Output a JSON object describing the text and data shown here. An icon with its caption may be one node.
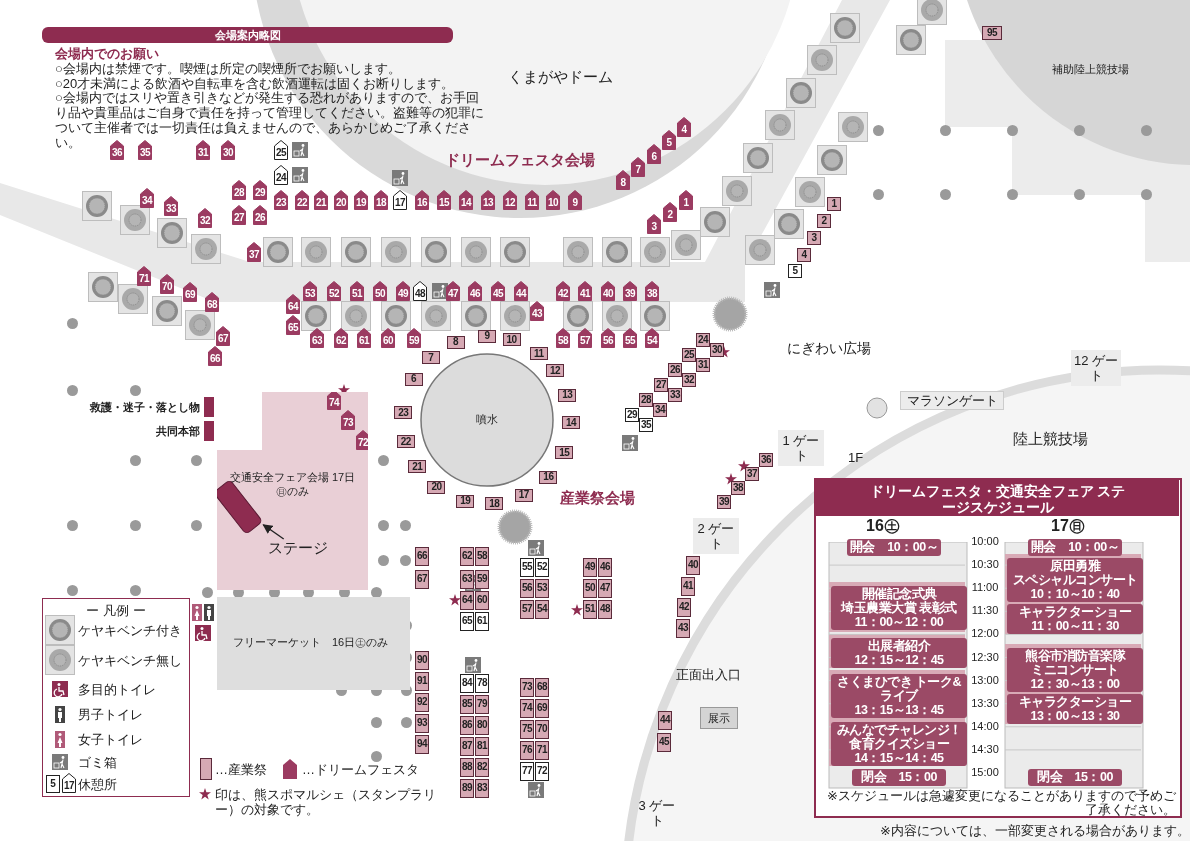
{
  "diagram": {
    "title": "会場案内略図",
    "nodes": [
      {
        "text": [
          "くまがやドーム"
        ]
      },
      {
        "text": [
          "補助陸上競技場"
        ]
      },
      {
        "text": [
          "陸上競技場"
        ]
      },
      {
        "text": [
          "噴水"
        ]
      },
      {
        "text": [
          "交通安全フェア会場 17日㊐のみ"
        ]
      },
      {
        "text": [],
        "shape": "box",
        "in": 4
      },
      {
        "text": [
          "ステージ"
        ],
        "in": 4
      },
      {
        "text": [
          "フリーマーケット　16日㊏のみ"
        ]
      },
      {
        "text": [],
        "shape": "bar",
        "beside": [
          "救護・迷子・落とし物"
        ]
      },
      {
        "text": [],
        "shape": "bar",
        "beside": [
          "共同本部"
        ]
      },
      {
        "text": [
          "展示"
        ]
      },
      {
        "text": [
          "1 ゲート"
        ]
      },
      {
        "text": [
          "2 ゲート"
        ]
      },
      {
        "text": [
          "12 ゲート"
        ]
      },
      {
        "text": [
          "マラソンゲート"
        ]
      },
      {
        "text": [
          "ドリームフェスタ・交通安全フェア ステージスケジュール"
        ]
      },
      {
        "text": [
          "開会　10：00～"
        ],
        "in": 15
      },
      {
        "text": [
          "開催記念式典",
          "埼玉農業大賞 表彰式",
          "11：00～12：00"
        ],
        "in": 15
      },
      {
        "text": [
          "出展者紹介",
          "12：15～12：45"
        ],
        "in": 15
      },
      {
        "text": [
          "さくまひでき トーク&ライブ",
          "13：15～13：45"
        ],
        "in": 15
      },
      {
        "text": [
          "みんなでチャレンジ！",
          "食育クイズショー",
          "14：15～14：45"
        ],
        "in": 15
      },
      {
        "text": [
          "閉会　15：00"
        ],
        "in": 15
      },
      {
        "text": [
          "開会　10：00～"
        ],
        "in": 15
      },
      {
        "text": [
          "原田勇雅",
          "スペシャルコンサート",
          "10：10～10：40"
        ],
        "in": 15
      },
      {
        "text": [
          "キャラクターショー",
          "11：00～11：30"
        ],
        "in": 15
      },
      {
        "text": [
          "熊谷市消防音楽隊",
          "ミニコンサート",
          "12：30～13：00"
        ],
        "in": 15
      },
      {
        "text": [
          "キャラクターショー",
          "13：00～13：30"
        ],
        "in": 15
      },
      {
        "text": [
          "閉会　15：00"
        ],
        "in": 15
      },
      {
        "text": [
          "36"
        ]
      },
      {
        "text": [
          "35"
        ]
      },
      {
        "text": [
          "31"
        ]
      },
      {
        "text": [
          "30"
        ]
      },
      {
        "text": [
          "25"
        ]
      },
      {
        "text": [
          "24"
        ]
      },
      {
        "text": [
          "28"
        ]
      },
      {
        "text": [
          "29"
        ]
      },
      {
        "text": [
          "27"
        ]
      },
      {
        "text": [
          "26"
        ]
      },
      {
        "text": [
          "23"
        ]
      },
      {
        "text": [
          "22"
        ]
      },
      {
        "text": [
          "21"
        ]
      },
      {
        "text": [
          "20"
        ]
      },
      {
        "text": [
          "19"
        ]
      },
      {
        "text": [
          "18"
        ]
      },
      {
        "text": [
          "17"
        ]
      },
      {
        "text": [
          "16"
        ]
      },
      {
        "text": [
          "15"
        ]
      },
      {
        "text": [
          "14"
        ]
      },
      {
        "text": [
          "13"
        ]
      },
      {
        "text": [
          "12"
        ]
      },
      {
        "text": [
          "11"
        ]
      },
      {
        "text": [
          "10"
        ]
      },
      {
        "text": [
          "9"
        ]
      },
      {
        "text": [
          "8"
        ]
      },
      {
        "text": [
          "7"
        ]
      },
      {
        "text": [
          "6"
        ]
      },
      {
        "text": [
          "5"
        ]
      },
      {
        "text": [
          "4"
        ]
      },
      {
        "text": [
          "3"
        ]
      },
      {
        "text": [
          "2"
        ]
      },
      {
        "text": [
          "1"
        ]
      },
      {
        "text": [
          "34"
        ]
      },
      {
        "text": [
          "33"
        ]
      },
      {
        "text": [
          "32"
        ]
      },
      {
        "text": [
          "37"
        ]
      },
      {
        "text": [
          "71"
        ]
      },
      {
        "text": [
          "70"
        ]
      },
      {
        "text": [
          "69"
        ]
      },
      {
        "text": [
          "68"
        ]
      },
      {
        "text": [
          "67"
        ]
      },
      {
        "text": [
          "66"
        ]
      },
      {
        "text": [
          "64"
        ]
      },
      {
        "text": [
          "65"
        ]
      },
      {
        "text": [
          "53"
        ]
      },
      {
        "text": [
          "52"
        ]
      },
      {
        "text": [
          "51"
        ]
      },
      {
        "text": [
          "50"
        ]
      },
      {
        "text": [
          "49"
        ]
      },
      {
        "text": [
          "48"
        ]
      },
      {
        "text": [
          "47"
        ]
      },
      {
        "text": [
          "46"
        ]
      },
      {
        "text": [
          "45"
        ]
      },
      {
        "text": [
          "44"
        ]
      },
      {
        "text": [
          "43"
        ]
      },
      {
        "text": [
          "42"
        ]
      },
      {
        "text": [
          "41"
        ]
      },
      {
        "text": [
          "40"
        ]
      },
      {
        "text": [
          "39"
        ]
      },
      {
        "text": [
          "38"
        ]
      },
      {
        "text": [
          "63"
        ]
      },
      {
        "text": [
          "62"
        ]
      },
      {
        "text": [
          "61"
        ]
      },
      {
        "text": [
          "60"
        ]
      },
      {
        "text": [
          "59"
        ]
      },
      {
        "text": [
          "58"
        ]
      },
      {
        "text": [
          "57"
        ]
      },
      {
        "text": [
          "56"
        ]
      },
      {
        "text": [
          "55"
        ]
      },
      {
        "text": [
          "54"
        ]
      },
      {
        "text": [
          "74"
        ],
        "in": 4
      },
      {
        "text": [
          "73"
        ],
        "in": 4
      },
      {
        "text": [
          "72"
        ],
        "in": 4
      },
      {
        "text": [
          "1"
        ]
      },
      {
        "text": [
          "2"
        ]
      },
      {
        "text": [
          "3"
        ]
      },
      {
        "text": [
          "4"
        ]
      },
      {
        "text": [
          "5"
        ]
      },
      {
        "text": [
          "6"
        ]
      },
      {
        "text": [
          "7"
        ]
      },
      {
        "text": [
          "8"
        ]
      },
      {
        "text": [
          "9"
        ]
      },
      {
        "text": [
          "10"
        ]
      },
      {
        "text": [
          "11"
        ]
      },
      {
        "text": [
          "12"
        ]
      },
      {
        "text": [
          "13"
        ]
      },
      {
        "text": [
          "14"
        ]
      },
      {
        "text": [
          "15"
        ]
      },
      {
        "text": [
          "16"
        ]
      },
      {
        "text": [
          "17"
        ]
      },
      {
        "text": [
          "18"
        ]
      },
      {
        "text": [
          "19"
        ]
      },
      {
        "text": [
          "20"
        ]
      },
      {
        "text": [
          "21"
        ]
      },
      {
        "text": [
          "22"
        ]
      },
      {
        "text": [
          "23"
        ]
      },
      {
        "text": [
          "24"
        ]
      },
      {
        "text": [
          "25"
        ]
      },
      {
        "text": [
          "26"
        ]
      },
      {
        "text": [
          "27"
        ]
      },
      {
        "text": [
          "28"
        ]
      },
      {
        "text": [
          "29"
        ]
      },
      {
        "text": [
          "30"
        ]
      },
      {
        "text": [
          "31"
        ]
      },
      {
        "text": [
          "32"
        ]
      },
      {
        "text": [
          "33"
        ]
      },
      {
        "text": [
          "34"
        ]
      },
      {
        "text": [
          "35"
        ]
      },
      {
        "text": [
          "36"
        ]
      },
      {
        "text": [
          "37"
        ]
      },
      {
        "text": [
          "38"
        ]
      },
      {
        "text": [
          "39"
        ]
      },
      {
        "text": [
          "40"
        ]
      },
      {
        "text": [
          "41"
        ]
      },
      {
        "text": [
          "42"
        ]
      },
      {
        "text": [
          "43"
        ]
      },
      {
        "text": [
          "44"
        ]
      },
      {
        "text": [
          "45"
        ]
      },
      {
        "text": [
          "46"
        ]
      },
      {
        "text": [
          "47"
        ]
      },
      {
        "text": [
          "48"
        ]
      },
      {
        "text": [
          "49"
        ]
      },
      {
        "text": [
          "50"
        ]
      },
      {
        "text": [
          "51"
        ]
      },
      {
        "text": [
          "52"
        ]
      },
      {
        "text": [
          "53"
        ]
      },
      {
        "text": [
          "54"
        ]
      },
      {
        "text": [
          "55"
        ]
      },
      {
        "text": [
          "56"
        ]
      },
      {
        "text": [
          "57"
        ]
      },
      {
        "text": [
          "58"
        ]
      },
      {
        "text": [
          "59"
        ]
      },
      {
        "text": [
          "60"
        ]
      },
      {
        "text": [
          "61"
        ]
      },
      {
        "text": [
          "62"
        ]
      },
      {
        "text": [
          "63"
        ]
      },
      {
        "text": [
          "64"
        ]
      },
      {
        "text": [
          "65"
        ]
      },
      {
        "text": [
          "66"
        ]
      },
      {
        "text": [
          "67"
        ]
      },
      {
        "text": [
          "68"
        ]
      },
      {
        "text": [
          "69"
        ]
      },
      {
        "text": [
          "70"
        ]
      },
      {
        "text": [
          "71"
        ]
      },
      {
        "text": [
          "72"
        ]
      },
      {
        "text": [
          "73"
        ]
      },
      {
        "text": [
          "74"
        ]
      },
      {
        "text": [
          "75"
        ]
      },
      {
        "text": [
          "76"
        ]
      },
      {
        "text": [
          "77"
        ]
      },
      {
        "text": [
          "78"
        ]
      },
      {
        "text": [
          "79"
        ]
      },
      {
        "text": [
          "80"
        ]
      },
      {
        "text": [
          "81"
        ]
      },
      {
        "text": [
          "82"
        ]
      },
      {
        "text": [
          "83"
        ]
      },
      {
        "text": [
          "84"
        ]
      },
      {
        "text": [
          "85"
        ]
      },
      {
        "text": [
          "86"
        ]
      },
      {
        "text": [
          "87"
        ]
      },
      {
        "text": [
          "88"
        ]
      },
      {
        "text": [
          "89"
        ]
      },
      {
        "text": [
          "90"
        ]
      },
      {
        "text": [
          "91"
        ]
      },
      {
        "text": [
          "92"
        ]
      },
      {
        "text": [
          "93"
        ]
      },
      {
        "text": [
          "94"
        ]
      },
      {
        "text": [
          "95"
        ]
      },
      {
        "text": [
          "5"
        ]
      },
      {
        "text": [
          "17"
        ]
      }
    ],
    "edges": [
      {
        "from": 6,
        "to": 5,
        "arrow": "to"
      }
    ],
    "labels": [
      "会場内でのお願い",
      "○会場内は禁煙です。喫煙は所定の喫煙所でお願いします。",
      "○20才未満による飲酒や自転車を含む飲酒運転は固くお断りします。",
      "○会場内ではスリや置き引きなどが発生する恐れがありますので、お手回り品や貴重品はご自身で責任を持って管理してください。盗難等の犯罪について主催者では一切責任は負えませんので、あらかじめご了承ください。",
      "ドリームフェスタ会場",
      "産業祭会場",
      "にぎわい広場",
      "1F",
      "3 ゲート",
      "正面出入口",
      "16㊏",
      "17㊐",
      "10:00",
      "10:30",
      "11:00",
      "11:30",
      "12:00",
      "12:30",
      "13:00",
      "13:30",
      "14:00",
      "14:30",
      "15:00",
      "※スケジュールは急遽変更になることがありますので予めご了承ください。",
      "※内容については、一部変更される場合があります。",
      "ー 凡例 ー"
    ],
    "legend": [
      {
        "text": "ケヤキベンチ付き"
      },
      {
        "text": "ケヤキベンチ無し"
      },
      {
        "text": "多目的トイレ"
      },
      {
        "text": "男子トイレ"
      },
      {
        "text": "女子トイレ"
      },
      {
        "text": "ゴミ箱"
      },
      {
        "text": "休憩所"
      },
      {
        "text": "…産業祭",
        "color": "#d6a9b4"
      },
      {
        "text": "…ドリームフェスタ"
      },
      {
        "text": "印は、熊スポマルシェ（スタンプラリー）の対象です。"
      }
    ]
  }
}
